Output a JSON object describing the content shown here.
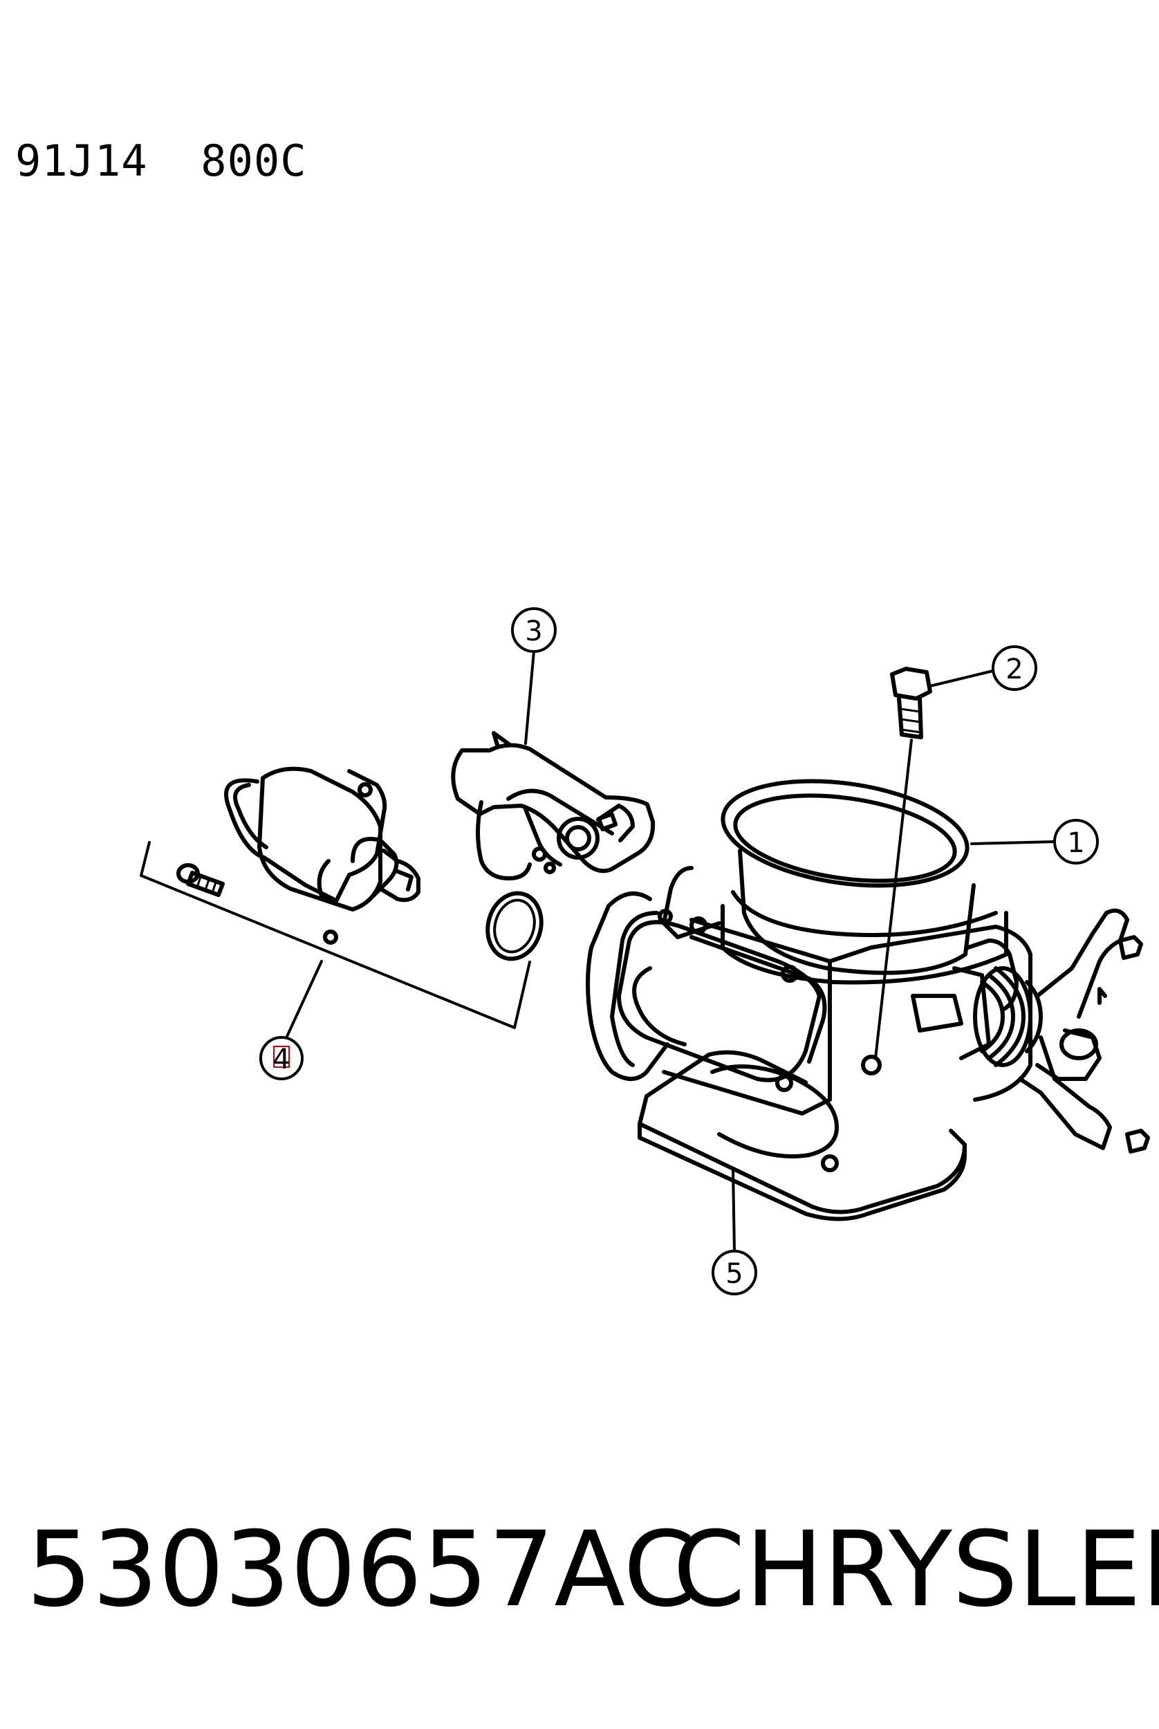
{
  "diagram_code": "91J14  800C",
  "callouts": [
    {
      "id": "1",
      "label": "1"
    },
    {
      "id": "2",
      "label": "2"
    },
    {
      "id": "3",
      "label": "3"
    },
    {
      "id": "4",
      "label": "4"
    },
    {
      "id": "5",
      "label": "5"
    }
  ],
  "footer": {
    "part_number": "53030657AC",
    "brand": "CHRYSLER"
  },
  "colors": {
    "line": "#000000",
    "highlight": "#cc0000",
    "background": "#ffffff"
  }
}
